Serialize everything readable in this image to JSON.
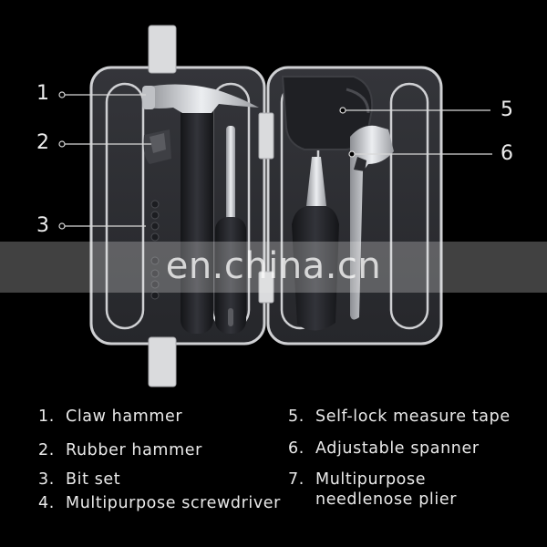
{
  "callouts": [
    "1",
    "2",
    "3",
    "5",
    "6"
  ],
  "watermark": "en.china.cn",
  "legend": {
    "items": [
      {
        "num": "1.",
        "text": "Claw hammer"
      },
      {
        "num": "2.",
        "text": "Rubber hammer"
      },
      {
        "num": "3.",
        "text": "Bit set"
      },
      {
        "num": "4.",
        "text": "Multipurpose screwdriver"
      },
      {
        "num": "5.",
        "text": "Self-lock measure tape"
      },
      {
        "num": "6.",
        "text": "Adjustable spanner"
      },
      {
        "num": "7.",
        "text": "Multipurpose",
        "text2": "needlenose plier"
      }
    ]
  },
  "colors": {
    "background": "#000000",
    "case_tray": "#2c2d31",
    "case_rim": "#d9dadd",
    "tool_dark": "#1d1e22",
    "chrome": "#c9cbcf"
  }
}
